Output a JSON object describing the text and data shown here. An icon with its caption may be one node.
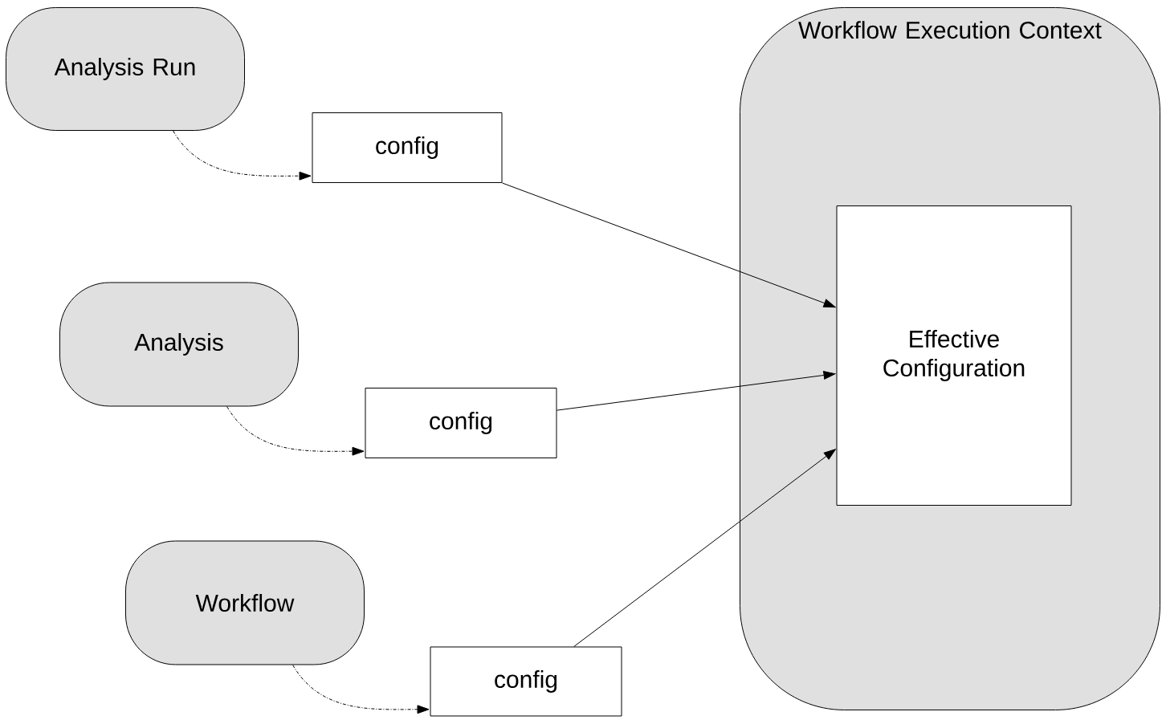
{
  "diagram": {
    "nodes": [
      {
        "text": [
          "Analysis Run"
        ]
      },
      {
        "text": [
          "config"
        ]
      },
      {
        "text": [
          "Analysis"
        ]
      },
      {
        "text": [
          "config"
        ]
      },
      {
        "text": [
          "Workflow"
        ]
      },
      {
        "text": [
          "config"
        ]
      },
      {
        "text": [
          "Workflow Execution Context"
        ]
      },
      {
        "text": [
          "Effective Configuration"
        ],
        "in": 6
      }
    ],
    "edges": [
      {
        "from": 0,
        "to": 1,
        "arrow": "to",
        "style": "dashed"
      },
      {
        "from": 2,
        "to": 3,
        "arrow": "to",
        "style": "dashed"
      },
      {
        "from": 4,
        "to": 5,
        "arrow": "to",
        "style": "dashed"
      },
      {
        "from": 1,
        "to": 7,
        "arrow": "to"
      },
      {
        "from": 3,
        "to": 7,
        "arrow": "to"
      },
      {
        "from": 5,
        "to": 7,
        "arrow": "to"
      }
    ]
  }
}
